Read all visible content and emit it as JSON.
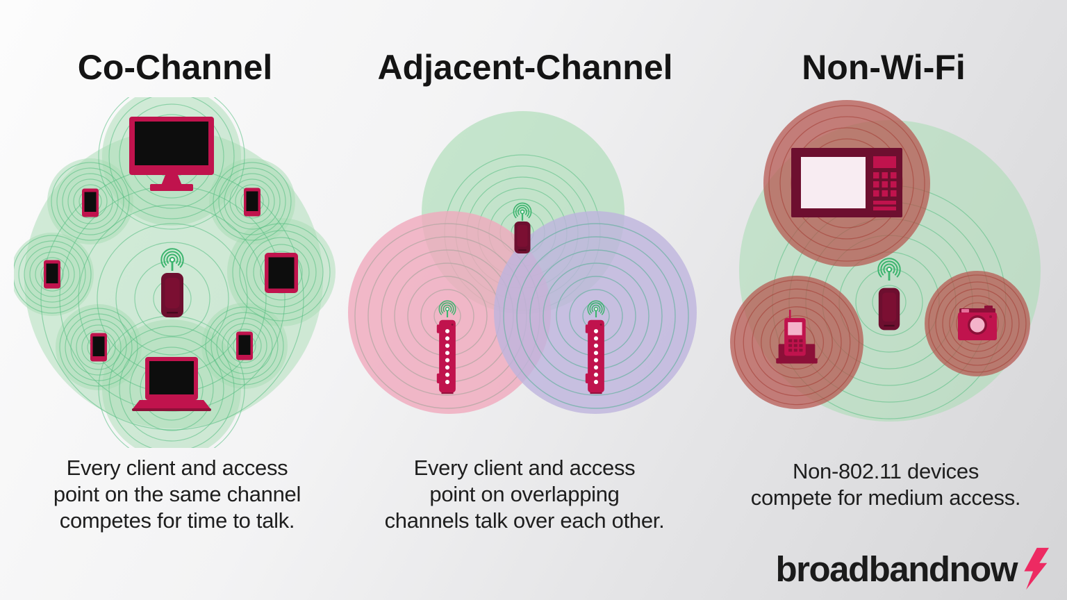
{
  "panels": [
    {
      "id": "co-channel",
      "title": "Co-Channel",
      "caption_lines": [
        "Every client and access",
        "point on the same channel",
        "competes for time to talk."
      ],
      "devices": [
        "desktop-monitor-icon",
        "smartphone-icon",
        "smartphone-icon",
        "smartphone-icon",
        "tablet-icon",
        "smartphone-icon",
        "smartphone-icon",
        "laptop-icon",
        "wifi-router-icon",
        "wifi-signal-icon"
      ]
    },
    {
      "id": "adjacent-channel",
      "title": "Adjacent-Channel",
      "caption_lines": [
        "Every client and access",
        "point on overlapping",
        "channels talk over each other."
      ],
      "devices": [
        "wifi-router-icon",
        "wifi-extender-icon",
        "wifi-extender-icon",
        "wifi-signal-icon"
      ]
    },
    {
      "id": "non-wifi",
      "title": "Non-Wi-Fi",
      "caption_lines": [
        "Non-802.11 devices",
        "compete for medium access."
      ],
      "devices": [
        "microwave-oven-icon",
        "cordless-phone-icon",
        "security-camera-icon",
        "wifi-router-icon",
        "wifi-signal-icon"
      ]
    }
  ],
  "logo": {
    "brand": "broadband",
    "suffix": "now",
    "bolt_icon": "lightning-bolt-icon"
  },
  "colors": {
    "bg_light": "#fcfcfc",
    "bg_dark": "#d5d5d7",
    "title_text": "#141414",
    "caption_text": "#1e1e1e",
    "green_fill": "#a8dcb3",
    "green_ring": "#53bd80",
    "pink_fill": "#f0a9bd",
    "pink_ring": "#b3a7a3",
    "purple_fill": "#beb4dd",
    "purple_ring": "#6fb2a6",
    "red_fill": "#b5544d",
    "red_ring": "#a23a32",
    "device_crimson": "#c0134d",
    "device_dark": "#6d0f2f",
    "device_maroon": "#8c1038",
    "screen_black": "#0d0d0d",
    "screen_pink": "#f4b3ca",
    "door_white": "#f8ecf2",
    "wifi_green": "#3cb46e",
    "logo_text": "#1b1b1b",
    "logo_bolt": "#ed2a62"
  }
}
